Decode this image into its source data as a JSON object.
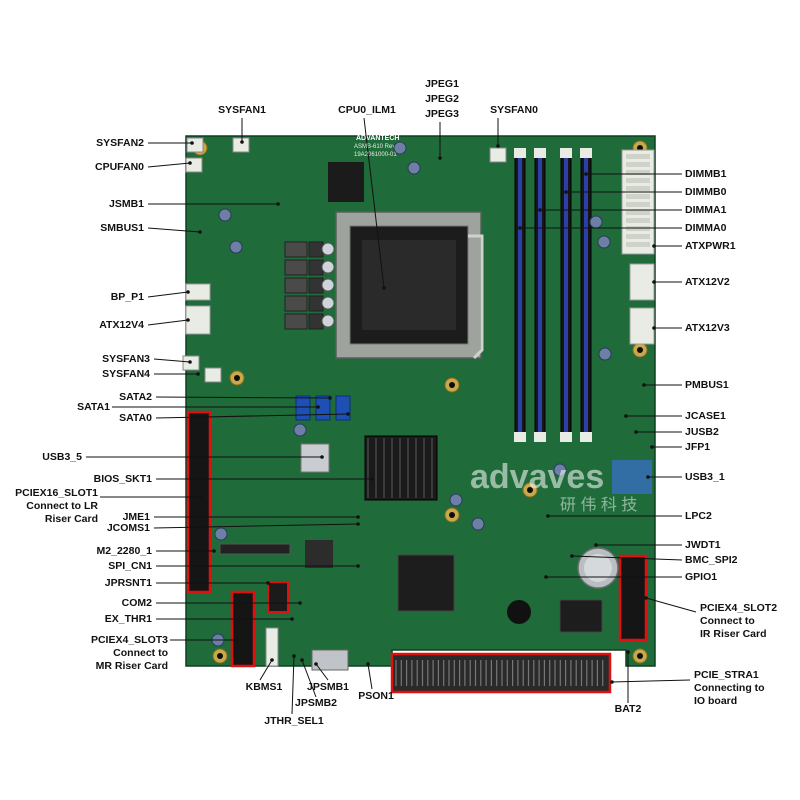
{
  "board": {
    "silkscreen_model": "ASMB-610 Rev. A1",
    "silkscreen_partno": "19A2061000-01",
    "silkscreen_brand": "ADVANTECH",
    "colors": {
      "pcb": "#1f6b3a",
      "pcb_light": "#2a7d47",
      "dimm_blue": "#2a3fa8",
      "dimm_black": "#161616",
      "connector_white": "#e9ece4",
      "highlight": "#e01010",
      "leader": "#111111"
    }
  },
  "watermark": {
    "latin": "advaves",
    "cjk": "研 伟 科 技"
  },
  "labels": {
    "sysfan1": "SYSFAN1",
    "cpu0_ilm1": "CPU0_ILM1",
    "jpeg1": "JPEG1",
    "jpeg2": "JPEG2",
    "jpeg3": "JPEG3",
    "sysfan0": "SYSFAN0",
    "sysfan2": "SYSFAN2",
    "cpufan0": "CPUFAN0",
    "jsmb1": "JSMB1",
    "smbus1": "SMBUS1",
    "bp_p1": "BP_P1",
    "atx12v4": "ATX12V4",
    "sysfan3": "SYSFAN3",
    "sysfan4": "SYSFAN4",
    "sata2": "SATA2",
    "sata1": "SATA1",
    "sata0": "SATA0",
    "usb3_5": "USB3_5",
    "bios_skt1": "BIOS_SKT1",
    "pciex16_slot1": "PCIEX16_SLOT1\nConnect to LR\nRiser Card",
    "jme1": "JME1",
    "jcoms1": "JCOMS1",
    "m2_2280_1": "M2_2280_1",
    "spi_cn1": "SPI_CN1",
    "jprsnt1": "JPRSNT1",
    "com2": "COM2",
    "ex_thr1": "EX_THR1",
    "pciex4_slot3": "PCIEX4_SLOT3\nConnect to\nMR Riser Card",
    "kbms1": "KBMS1",
    "jpsmb1": "JPSMB1",
    "jpsmb2": "JPSMB2",
    "jthr_sel1": "JTHR_SEL1",
    "pson1": "PSON1",
    "bat2": "BAT2",
    "pcie_stra1": "PCIE_STRA1\nConnecting to\nIO board",
    "pciex4_slot2": "PCIEX4_SLOT2\nConnect to\nIR Riser Card",
    "gpio1": "GPIO1",
    "bmc_spi2": "BMC_SPI2",
    "jwdt1": "JWDT1",
    "lpc2": "LPC2",
    "usb3_1": "USB3_1",
    "jfp1": "JFP1",
    "jusb2": "JUSB2",
    "jcase1": "JCASE1",
    "pmbus1": "PMBUS1",
    "atx12v3": "ATX12V3",
    "atx12v2": "ATX12V2",
    "atxpwr1": "ATXPWR1",
    "dimma0": "DIMMA0",
    "dimma1": "DIMMA1",
    "dimmb0": "DIMMB0",
    "dimmb1": "DIMMB1"
  }
}
